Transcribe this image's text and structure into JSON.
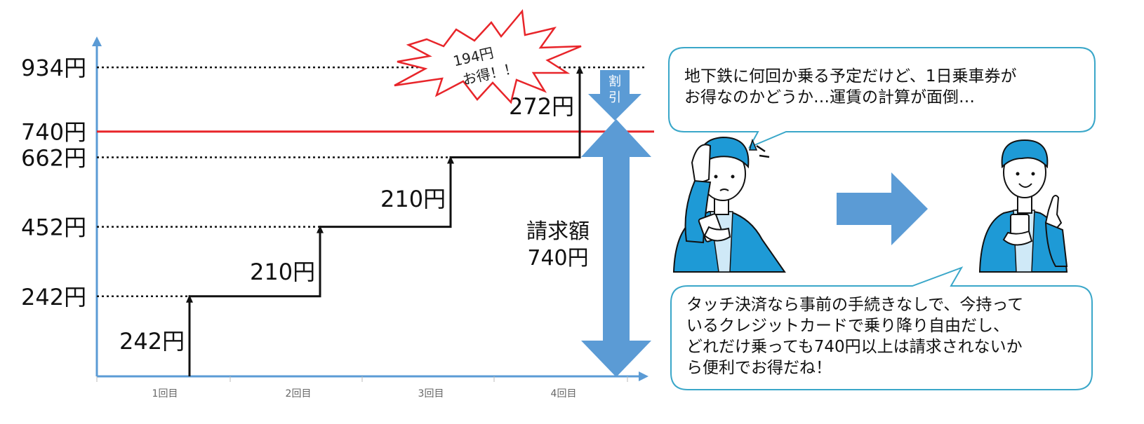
{
  "chart_data": {
    "type": "line",
    "title": "",
    "xlabel": "",
    "ylabel": "",
    "categories": [
      "1回目",
      "2回目",
      "3回目",
      "4回目"
    ],
    "cumulative_fare_yen": [
      242,
      452,
      662,
      934
    ],
    "step_fare_labels": [
      "242円",
      "210円",
      "210円",
      "272円"
    ],
    "y_reference_values": [
      242,
      452,
      662,
      740,
      934
    ],
    "y_tick_labels": [
      "242円",
      "452円",
      "662円",
      "740円",
      "934円"
    ],
    "cap_value_yen": 740,
    "billed_label_line1": "請求額",
    "billed_label_line2": "740円",
    "discount_label_line1": "割",
    "discount_label_line2": "引",
    "savings_line1": "194円",
    "savings_line2": "お得！！"
  },
  "bubbles": {
    "top_text": "地下鉄に何回か乗る予定だけど、1日乗車券が\nお得なのかどうか…運賃の計算が面倒…",
    "bottom_text": "タッチ決済なら事前の手続きなしで、今持って\nいるクレジットカードで乗り降り自由だし、\nどれだけ乗っても740円以上は請求されないか\nら便利でお得だね！"
  },
  "colors": {
    "axis": "#5b9bd5",
    "cap_line": "#e8252a",
    "arrow_fill": "#5b9bd5",
    "burst_stroke": "#e8252a",
    "bubble_border": "#3aa7c9",
    "figure_blue": "#1e9ad6"
  }
}
